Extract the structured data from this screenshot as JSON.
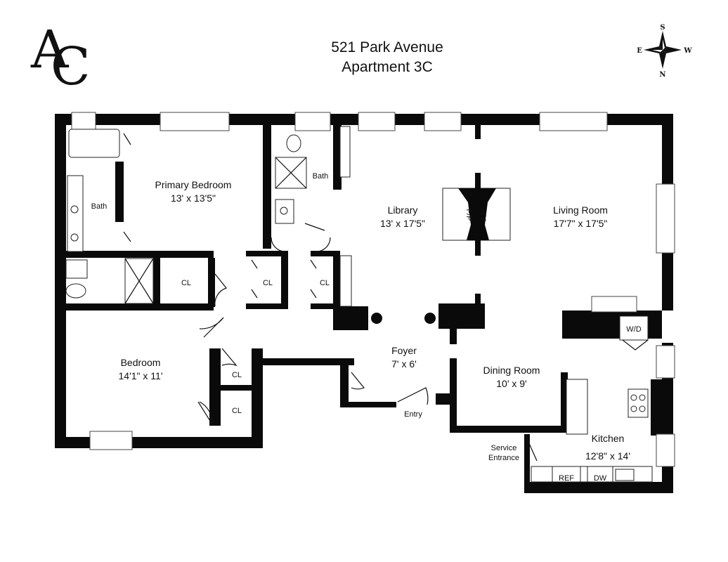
{
  "header": {
    "logo_letters": "AC",
    "address_line1": "521 Park Avenue",
    "address_line2": "Apartment 3C"
  },
  "compass": {
    "north": "N",
    "south": "S",
    "east": "E",
    "west": "W"
  },
  "rooms": {
    "primary_bedroom": {
      "name": "Primary Bedroom",
      "size": "13' x 13'5\""
    },
    "library": {
      "name": "Library",
      "size": "13' x 17'5\""
    },
    "living_room": {
      "name": "Living Room",
      "size": "17'7\" x 17'5\""
    },
    "bedroom": {
      "name": "Bedroom",
      "size": "14'1\" x 11'"
    },
    "foyer": {
      "name": "Foyer",
      "size": "7' x 6'"
    },
    "dining_room": {
      "name": "Dining Room",
      "size": "10' x 9'"
    },
    "kitchen": {
      "name": "Kitchen",
      "size": "12'8\" x 14'"
    }
  },
  "labels": {
    "bath": "Bath",
    "closet": "CL",
    "fireplace": "F/P",
    "entry": "Entry",
    "service_entrance_1": "Service",
    "service_entrance_2": "Entrance",
    "washer_dryer": "W/D",
    "refrigerator": "REF",
    "dishwasher": "DW"
  }
}
